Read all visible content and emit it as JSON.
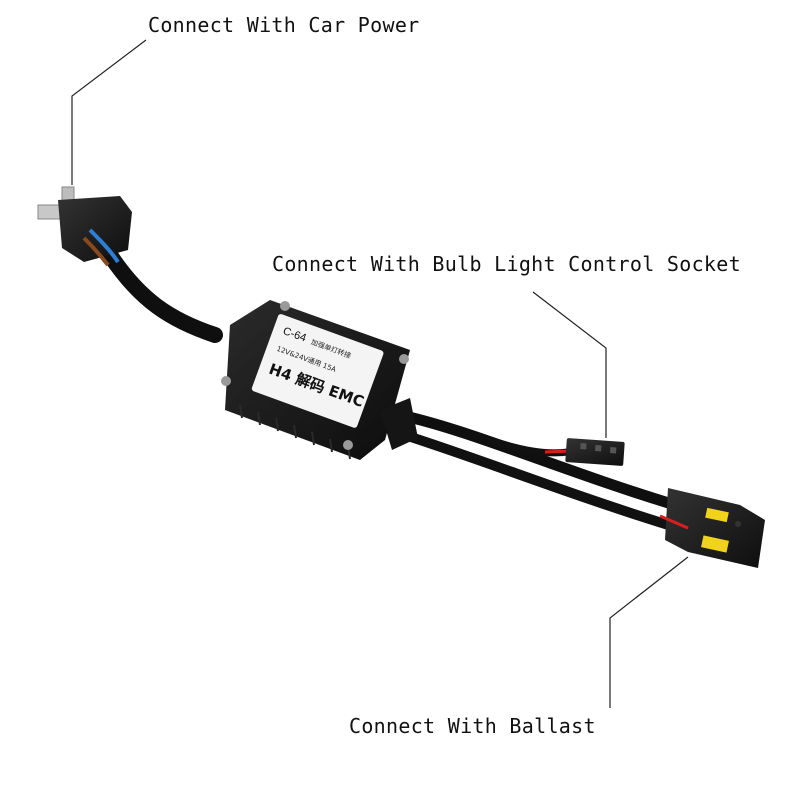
{
  "callouts": {
    "car_power": "Connect With Car Power",
    "bulb_socket": "Connect With Bulb Light Control Socket",
    "ballast": "Connect With Ballast"
  },
  "module_label": {
    "model": "C-64",
    "cn_line1": "加强单灯转接",
    "voltage_line": "12V&24V通用  15A",
    "main_line": "H4 解码 EMC"
  },
  "colors": {
    "background": "#ffffff",
    "cable": "#111111",
    "label_sticker": "#f4f4f4",
    "yellow_seal": "#f2d31b",
    "red_wire": "#d81f1f",
    "blue_wire": "#2d7fd6",
    "brown_wire": "#8a4a1e"
  }
}
